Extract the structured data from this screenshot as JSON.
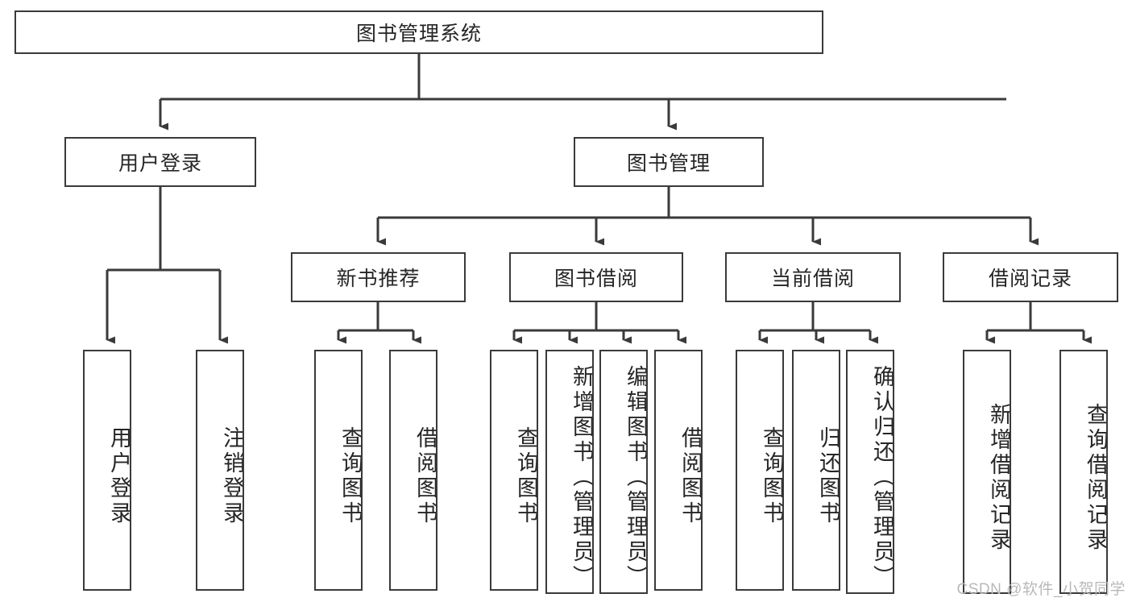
{
  "diagram": {
    "title": "图书管理系统",
    "watermark": "CSDN @软件_小贺同学",
    "colors": {
      "stroke": "#3a3a3a",
      "text": "#262626",
      "background": "#ffffff",
      "watermark": "#b9b9b9"
    },
    "levels": {
      "root": {
        "label": "图书管理系统"
      },
      "level2": [
        {
          "label": "用户登录"
        },
        {
          "label": "图书管理"
        }
      ],
      "level3": [
        {
          "label": "新书推荐"
        },
        {
          "label": "图书借阅"
        },
        {
          "label": "当前借阅"
        },
        {
          "label": "借阅记录"
        }
      ],
      "leaves": {
        "user_login": [
          {
            "label": "用户登录"
          },
          {
            "label": "注销登录"
          }
        ],
        "new_book_recommend": [
          {
            "label": "查询图书"
          },
          {
            "label": "借阅图书"
          }
        ],
        "book_borrow": [
          {
            "label": "查询图书"
          },
          {
            "label": "新增图书（管理员）"
          },
          {
            "label": "编辑图书（管理员）"
          },
          {
            "label": "借阅图书"
          }
        ],
        "current_borrow": [
          {
            "label": "查询图书"
          },
          {
            "label": "归还图书"
          },
          {
            "label": "确认归还（管理员）"
          }
        ],
        "borrow_record": [
          {
            "label": "新增借阅记录"
          },
          {
            "label": "查询借阅记录"
          }
        ]
      }
    }
  }
}
